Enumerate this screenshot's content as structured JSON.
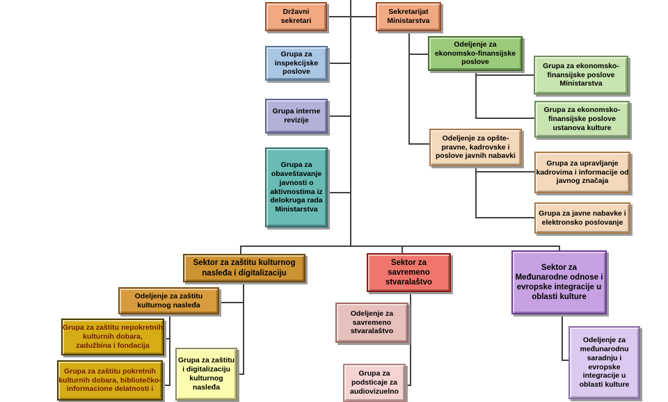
{
  "diagram": {
    "type": "org-chart",
    "language": "Serbian",
    "background": "#ffffff",
    "line_color": "#404040"
  },
  "palette": {
    "salmon": {
      "fill": "#F2A982",
      "border": "#9C4B28",
      "text": "#000000"
    },
    "blue": {
      "fill": "#A9C6E3",
      "border": "#54749E",
      "text": "#000000"
    },
    "lavender": {
      "fill": "#B2B1D8",
      "border": "#5F5E96",
      "text": "#000000"
    },
    "teal": {
      "fill": "#69BCB4",
      "border": "#2F6E68",
      "text": "#000000"
    },
    "green": {
      "fill": "#9ACA7A",
      "border": "#3F6E1F",
      "text": "#000000"
    },
    "lightgreen": {
      "fill": "#C8E4B0",
      "border": "#6B8F5A",
      "text": "#000000"
    },
    "peach": {
      "fill": "#F4D8BB",
      "border": "#A87848",
      "text": "#000000"
    },
    "orange": {
      "fill": "#CD9232",
      "border": "#6B4A0E",
      "text": "#000000"
    },
    "orange2": {
      "fill": "#D89C3E",
      "border": "#7A4E0E",
      "text": "#000000"
    },
    "gold": {
      "fill": "#D5AC16",
      "border": "#4A3A00",
      "text": "#6E1D00"
    },
    "lightyellow": {
      "fill": "#FDFCAE",
      "border": "#8A8A5A",
      "text": "#000000"
    },
    "red": {
      "fill": "#F0766D",
      "border": "#8B1A10",
      "text": "#000000"
    },
    "pink": {
      "fill": "#E6C1BB",
      "border": "#9A6A62",
      "text": "#000000"
    },
    "lightpink": {
      "fill": "#F4D4D2",
      "border": "#A87F7C",
      "text": "#000000"
    },
    "purple": {
      "fill": "#C6A2E2",
      "border": "#6A3A96",
      "text": "#000000"
    },
    "lightpurple": {
      "fill": "#DCC9EF",
      "border": "#8A6AAA",
      "text": "#000000"
    }
  },
  "nodes": {
    "drzavni_sekretari": {
      "label": "Državni\nsekretari",
      "color": "salmon"
    },
    "sekretarijat": {
      "label": "Sekretarijat\nMinistarstva",
      "color": "salmon"
    },
    "grupa_inspekcijske": {
      "label": "Grupa za\ninspekcijske\nposlove",
      "color": "blue"
    },
    "grupa_interne": {
      "label": "Grupa interne\nrevizije",
      "color": "lavender"
    },
    "grupa_obavestavanje": {
      "label": "Grupa za\nobaveštavanje\njavnosti o\naktivnostima iz\ndelokruga rada\nMinistarstva",
      "color": "teal"
    },
    "odeljenje_ekonomsko": {
      "label": "Odeljenje za\nekonomsko-finansijske\nposlove",
      "color": "green"
    },
    "grupa_ekonomsko_min": {
      "label": "Grupa za ekonomsko-\nfinansijske poslove\nMinistarstva",
      "color": "lightgreen"
    },
    "grupa_ekonomsko_ustanova": {
      "label": "Grupa za ekonomsko-\nfinansijske poslove\nustanova kulture",
      "color": "lightgreen"
    },
    "odeljenje_opste": {
      "label": "Odeljenje za opšte-\npravne, kadrovske i\nposlove javnih nabavki",
      "color": "peach"
    },
    "grupa_kadrovi": {
      "label": "Grupa za upravljanje\nkadrovima i informacije od\njavnog značaja",
      "color": "peach"
    },
    "grupa_nabavke": {
      "label": "Grupa za javne nabavke i\nelektronsko poslovanje",
      "color": "peach"
    },
    "sektor_nasledje": {
      "label": "Sektor za zaštitu kulturnog\nnasleđa i digitalizaciju",
      "color": "orange"
    },
    "odeljenje_nasledje": {
      "label": "Odeljenje za zaštitu\nkulturnog nasleđa",
      "color": "orange2"
    },
    "grupa_nepokretna": {
      "label": "Grupa za zaštitu nepokretnih\nkulturnih dobara,\nzadužbina i fondacija",
      "color": "gold"
    },
    "grupa_pokretna": {
      "label": "Grupa za zaštitu pokretnih\nkulturnih dobara, bibliotečko-\ninformacione delatnosti i",
      "color": "gold"
    },
    "grupa_digitalizacija": {
      "label": "Grupa za zaštitu\ni digitalizaciju\nkulturnog\nnasleđa",
      "color": "lightyellow"
    },
    "sektor_savremeno": {
      "label": "Sektor za\nsavremeno\nstvaralaštvo",
      "color": "red"
    },
    "odeljenje_savremeno": {
      "label": "Odeljenje za\nsavremeno\nstvaralaštvo",
      "color": "pink"
    },
    "grupa_podsticaji": {
      "label": "Grupa za\npodsticaje za\naudiovizuelno",
      "color": "lightpink"
    },
    "sektor_medjunarodni": {
      "label": "Sektor za\nMeđunarodne odnose i\nevropske integracije u\noblasti kulture",
      "color": "purple"
    },
    "odeljenje_medjunarodno": {
      "label": "Odeljenje za\nmeđunarodnu\nsaradnju i\nevropske\nintegracije u\noblasti kulture",
      "color": "lightpurple"
    }
  }
}
